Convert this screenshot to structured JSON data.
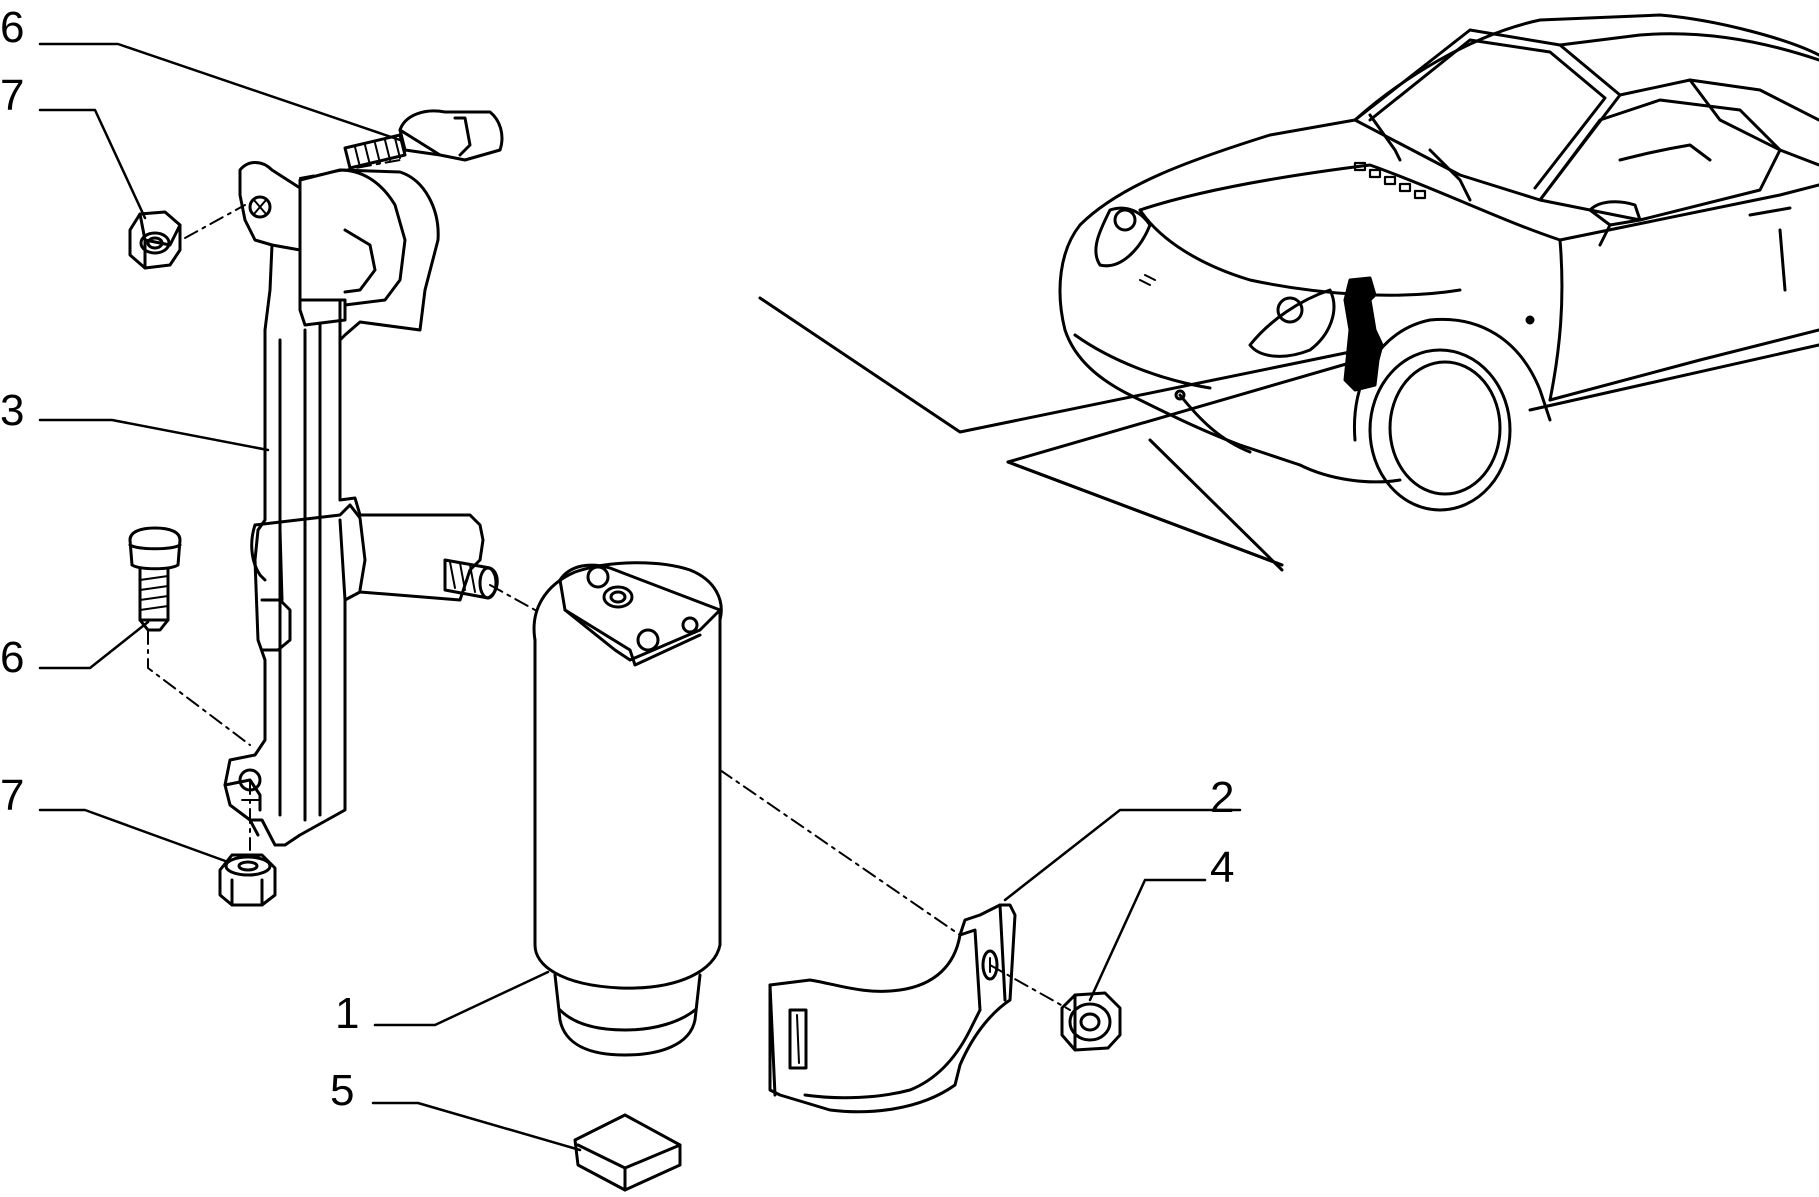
{
  "diagram": {
    "callouts": [
      {
        "id": "label-6-top",
        "text": "6"
      },
      {
        "id": "label-7-top",
        "text": "7"
      },
      {
        "id": "label-3",
        "text": "3"
      },
      {
        "id": "label-6-mid",
        "text": "6"
      },
      {
        "id": "label-7-bottom",
        "text": "7"
      },
      {
        "id": "label-2",
        "text": "2"
      },
      {
        "id": "label-4",
        "text": "4"
      },
      {
        "id": "label-1",
        "text": "1"
      },
      {
        "id": "label-5",
        "text": "5"
      }
    ],
    "line_color": "#000000",
    "background": "#ffffff"
  }
}
